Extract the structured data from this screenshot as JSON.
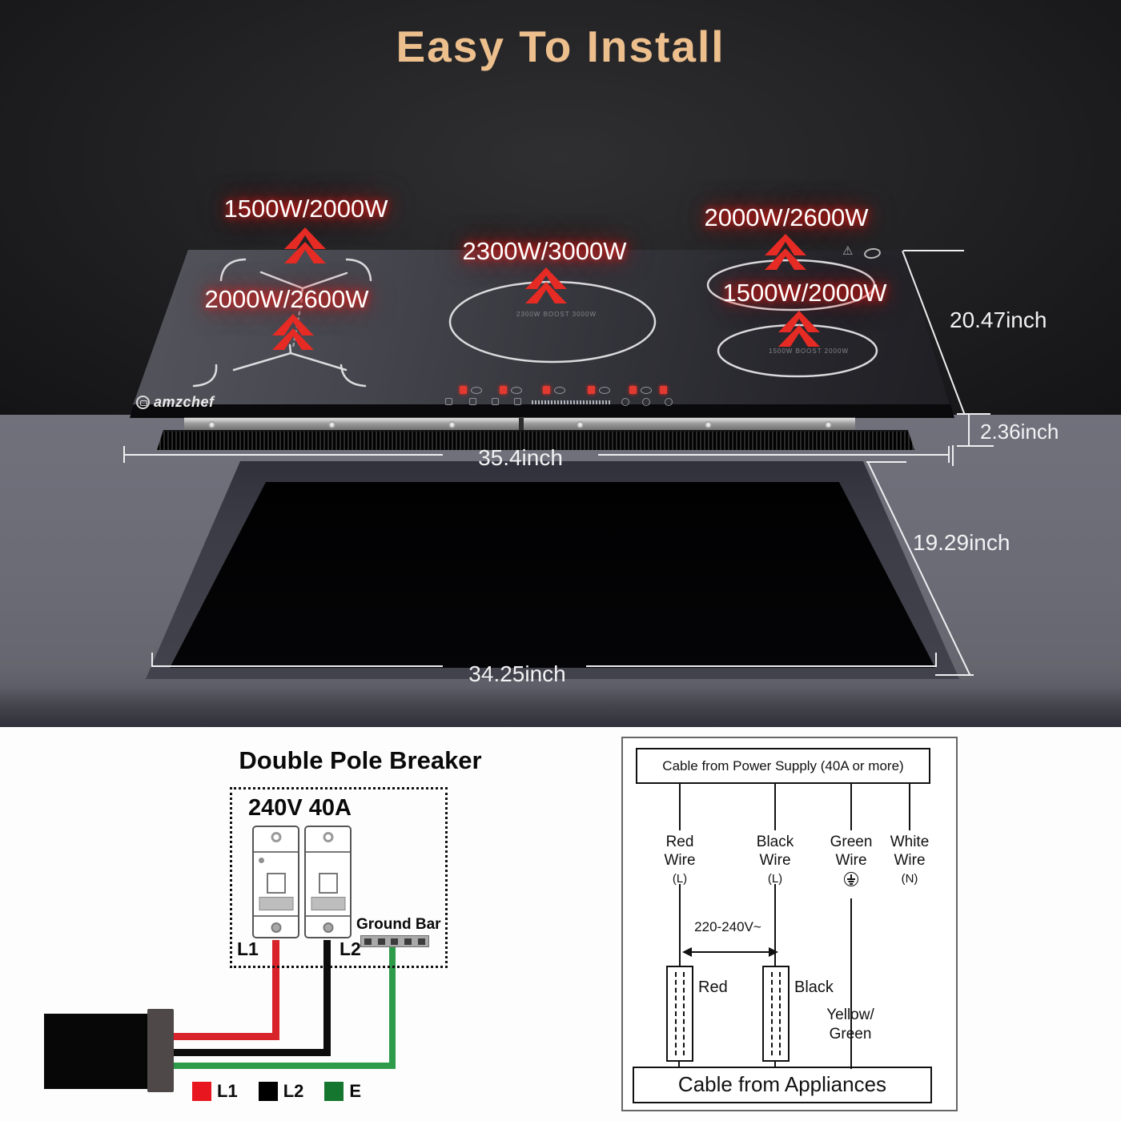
{
  "page": {
    "title": "Easy To Install",
    "title_color": "#edbf8d"
  },
  "cooktop": {
    "brand": "amzchef",
    "power_labels": [
      "1500W/2000W",
      "2000W/2600W",
      "2300W/3000W",
      "2000W/2600W",
      "1500W/2000W"
    ],
    "zone_marks": {
      "center": "2300W BOOST 3000W",
      "right": "1500W BOOST 2000W"
    },
    "icons": {
      "warning_glyph": "⚠",
      "prohibition": "no-pot-oval-icon",
      "heat_arrow": "red-double-chevron-up"
    }
  },
  "dimensions": {
    "top_width": "35.4inch",
    "depth": "20.47inch",
    "height": "2.36inch",
    "cutout_width": "34.25inch",
    "cutout_depth": "19.29inch"
  },
  "breaker": {
    "title": "Double Pole Breaker",
    "rating": "240V 40A",
    "l1": "L1",
    "l2": "L2",
    "ground_bar": "Ground Bar",
    "legend": [
      {
        "label": "L1",
        "color": "#e8161e"
      },
      {
        "label": "L2",
        "color": "#000000"
      },
      {
        "label": "E",
        "color": "#15762f"
      }
    ]
  },
  "wiring": {
    "source_box": "Cable from Power Supply (40A or more)",
    "appliance_box": "Cable from Appliances",
    "wires": [
      {
        "line1": "Red",
        "line2": "Wire",
        "sub": "(L)"
      },
      {
        "line1": "Black",
        "line2": "Wire",
        "sub": "(L)"
      },
      {
        "line1": "Green",
        "line2": "Wire",
        "sub": ""
      },
      {
        "line1": "White",
        "line2": "Wire",
        "sub": "(N)"
      }
    ],
    "voltage": "220-240V~",
    "terminals": [
      "Red",
      "Black"
    ],
    "ground_wire_line1": "Yellow/",
    "ground_wire_line2": "Green"
  }
}
